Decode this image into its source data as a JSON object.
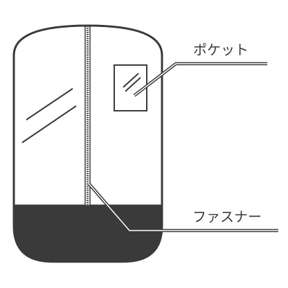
{
  "labels": {
    "pocket": "ポケット",
    "zipper": "ファスナー"
  },
  "colors": {
    "outline": "#3a3a3a",
    "bottom_panel": "#3a3a3a",
    "background": "#ffffff"
  },
  "icons": [
    "garment-bag",
    "pocket",
    "zipper"
  ]
}
